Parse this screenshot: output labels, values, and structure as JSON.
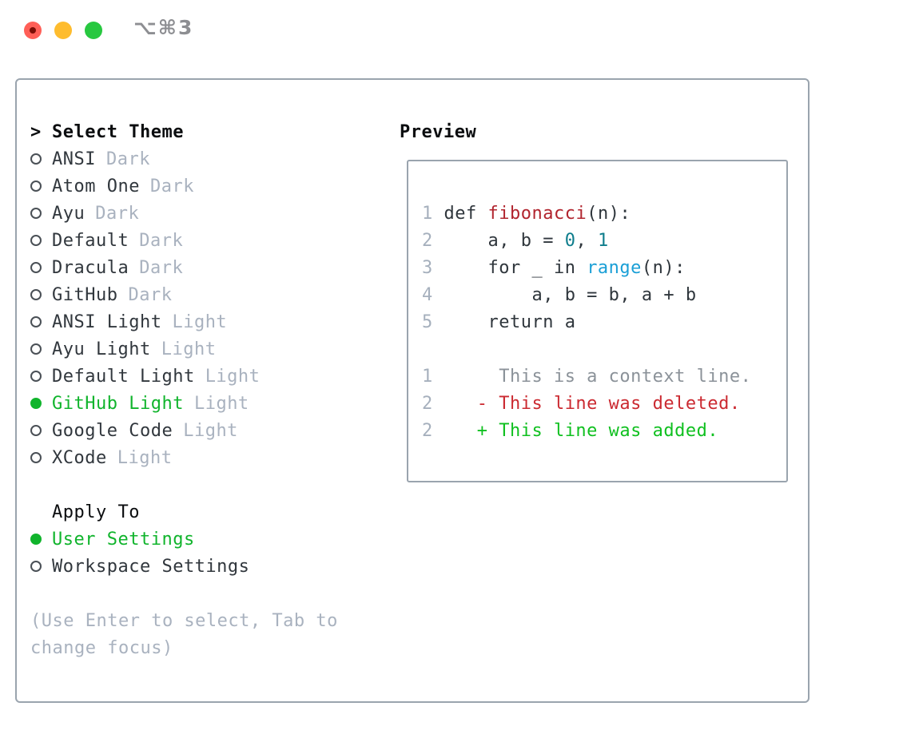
{
  "window": {
    "title": "⌥⌘3",
    "traffic_lights": [
      {
        "name": "close-button",
        "color": "#ff5f57",
        "has_unsaved_dot": true
      },
      {
        "name": "minimize-button",
        "color": "#febc2e"
      },
      {
        "name": "maximize-button",
        "color": "#28c840"
      }
    ]
  },
  "theme_picker": {
    "prompt": ">",
    "title": "Select Theme",
    "themes": [
      {
        "name": "ANSI",
        "variant": "Dark",
        "selected": false
      },
      {
        "name": "Atom One",
        "variant": "Dark",
        "selected": false
      },
      {
        "name": "Ayu",
        "variant": "Dark",
        "selected": false
      },
      {
        "name": "Default",
        "variant": "Dark",
        "selected": false
      },
      {
        "name": "Dracula",
        "variant": "Dark",
        "selected": false
      },
      {
        "name": "GitHub",
        "variant": "Dark",
        "selected": false
      },
      {
        "name": "ANSI Light",
        "variant": "Light",
        "selected": false
      },
      {
        "name": "Ayu Light",
        "variant": "Light",
        "selected": false
      },
      {
        "name": "Default Light",
        "variant": "Light",
        "selected": false
      },
      {
        "name": "GitHub Light",
        "variant": "Light",
        "selected": true
      },
      {
        "name": "Google Code",
        "variant": "Light",
        "selected": false
      },
      {
        "name": "XCode",
        "variant": "Light",
        "selected": false
      }
    ],
    "apply_to": {
      "title": "Apply To",
      "options": [
        {
          "label": "User Settings",
          "selected": true
        },
        {
          "label": "Workspace Settings",
          "selected": false
        }
      ]
    },
    "hint_line1": "(Use Enter to select, Tab to",
    "hint_line2": "change focus)"
  },
  "preview": {
    "title": "Preview",
    "lines": [
      {
        "num": "1",
        "segs": [
          {
            "t": " def ",
            "c": "fg"
          },
          {
            "t": "fibonacci",
            "c": "func"
          },
          {
            "t": "(n):",
            "c": "fg"
          }
        ]
      },
      {
        "num": "2",
        "segs": [
          {
            "t": "     a, b = ",
            "c": "fg"
          },
          {
            "t": "0",
            "c": "num"
          },
          {
            "t": ", ",
            "c": "fg"
          },
          {
            "t": "1",
            "c": "num"
          }
        ]
      },
      {
        "num": "3",
        "segs": [
          {
            "t": "     for _ in ",
            "c": "fg"
          },
          {
            "t": "range",
            "c": "builtin"
          },
          {
            "t": "(n):",
            "c": "fg"
          }
        ]
      },
      {
        "num": "4",
        "segs": [
          {
            "t": "         a, b = b, a + b",
            "c": "fg"
          }
        ]
      },
      {
        "num": "5",
        "segs": [
          {
            "t": "     return a",
            "c": "fg"
          }
        ]
      },
      {
        "num": "",
        "segs": []
      },
      {
        "num": "1",
        "segs": [
          {
            "t": "      This is a context line.",
            "c": "ctx"
          }
        ]
      },
      {
        "num": "2",
        "segs": [
          {
            "t": "    - This line was deleted.",
            "c": "del"
          }
        ]
      },
      {
        "num": "2",
        "segs": [
          {
            "t": "    + This line was added.",
            "c": "add"
          }
        ]
      }
    ]
  },
  "colors": {
    "accent_green": "#10b42c",
    "text_dark": "#31373d",
    "heading_black": "#0b0d0f",
    "muted_gray": "#a9b2bf",
    "line_number_gray": "#a6b0bd",
    "border_gray": "#9aa4ae",
    "code_fg": "#2f363c",
    "func_red": "#b1242e",
    "number_teal": "#0e7d8c",
    "builtin_blue": "#1a9fd6",
    "context_gray": "#8b9299",
    "deleted_red": "#cb2a31",
    "added_green": "#10c020",
    "radio_gray": "#4a5056",
    "titlebar_gray": "#8d8e92",
    "close_red": "#ff5f57",
    "close_dot": "#7c0e06",
    "minimize_yellow": "#febc2e",
    "maximize_green": "#28c840"
  }
}
